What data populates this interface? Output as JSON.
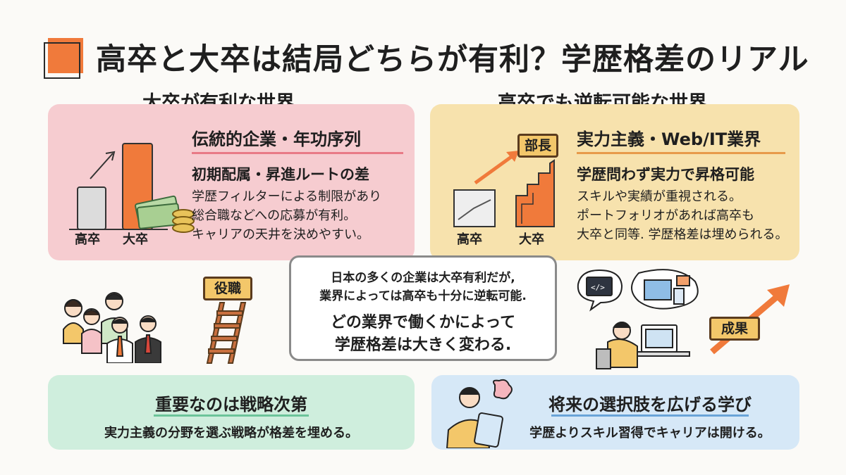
{
  "title": "高卒と大卒は結局どちらが有利？学歴格差のリアル",
  "left_panel": {
    "heading": "大卒が有利な世界",
    "subtitle": "伝統的企業・年功序列",
    "point_title": "初期配属・昇進ルートの差",
    "lines": [
      "学歴フィルターによる制限があり",
      "総合職などへの応募が有利。",
      "キャリアの天井を決めやすい。"
    ],
    "bar_labels": [
      "高卒",
      "大卒"
    ]
  },
  "right_panel": {
    "heading": "高卒でも逆転可能な世界",
    "subtitle": "実力主義・Web/IT業界",
    "point_title": "学歴問わず実力で昇格可能",
    "lines": [
      "スキルや実績が重視される。",
      "ポートフォリオがあれば高卒も",
      "大卒と同等. 学歴格差は埋められる。"
    ],
    "bar_labels": [
      "高卒",
      "大卒"
    ],
    "sign": "部長"
  },
  "center": {
    "line1": "日本の多くの企業は大卒有利だが,",
    "line2": "業界によっては高卒も十分に逆転可能.",
    "line3": "どの業界で働くかによって",
    "line4": "学歴格差は大きく変わる."
  },
  "signs": {
    "ladder": "役職",
    "result": "成果"
  },
  "bottom_left": {
    "title": "重要なのは戦略次第",
    "text": "実力主義の分野を選ぶ戦略が格差を埋める。"
  },
  "bottom_right": {
    "title": "将来の選択肢を広げる学び",
    "text": "学歴よりスキル習得でキャリアは開ける。"
  },
  "colors": {
    "accent_orange": "#f07a3b",
    "pink_panel": "#f6ccd0",
    "yellow_panel": "#f7e2ad",
    "green_panel": "#cfeedd",
    "blue_panel": "#d6e8f7"
  }
}
